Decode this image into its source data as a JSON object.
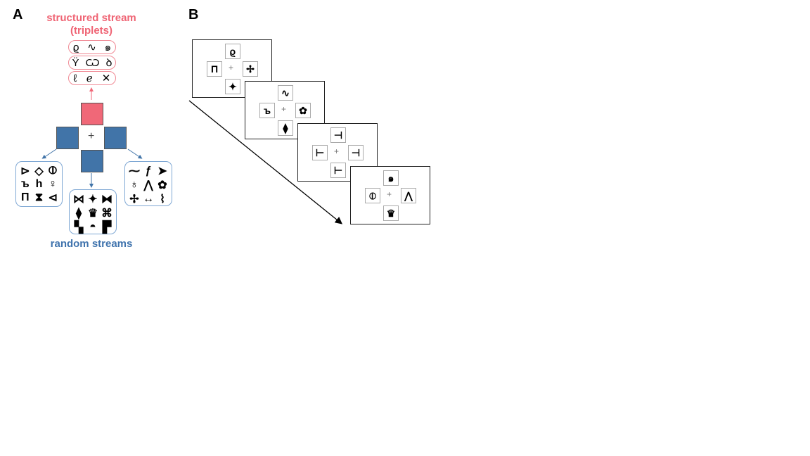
{
  "panel_a": {
    "label": "A",
    "structured_title": "structured stream",
    "structured_subtitle": "(triplets)",
    "triplets": [
      [
        "ϱ",
        "∿",
        "๑"
      ],
      [
        "Ϋ",
        "Ѡ",
        "ꝺ"
      ],
      [
        "ℓ",
        "ℯ",
        "✕"
      ]
    ],
    "plus": "+",
    "random_title": "random streams",
    "random_left": [
      "⊳",
      "◇",
      "⦶",
      "ъ",
      "h",
      "♀",
      "Π",
      "⧗",
      "⊲"
    ],
    "random_middle": [
      "⋈",
      "✦",
      "⧓",
      "⧫",
      "♛",
      "⌘",
      "▚",
      "◓",
      "▛"
    ],
    "random_right": [
      "⁓",
      "ƒ",
      "➤",
      "♁",
      "⋀",
      "✿",
      "✢",
      "↔",
      "⌇"
    ],
    "colors": {
      "structured": "#f06878",
      "random": "#4174a8"
    }
  },
  "panel_b": {
    "label": "B",
    "frames": [
      {
        "top": "ϱ",
        "left": "Π",
        "right": "✢",
        "bottom": "✦",
        "plus": "+"
      },
      {
        "top": "∿",
        "left": "ъ",
        "right": "✿",
        "bottom": "⧫",
        "plus": "+"
      },
      {
        "top": "⊣",
        "left": "⊢",
        "right": "⊣",
        "bottom": "⊢",
        "plus": "+"
      },
      {
        "top": "๑",
        "left": "⦶",
        "right": "⋀",
        "bottom": "♛",
        "plus": "+"
      }
    ]
  }
}
